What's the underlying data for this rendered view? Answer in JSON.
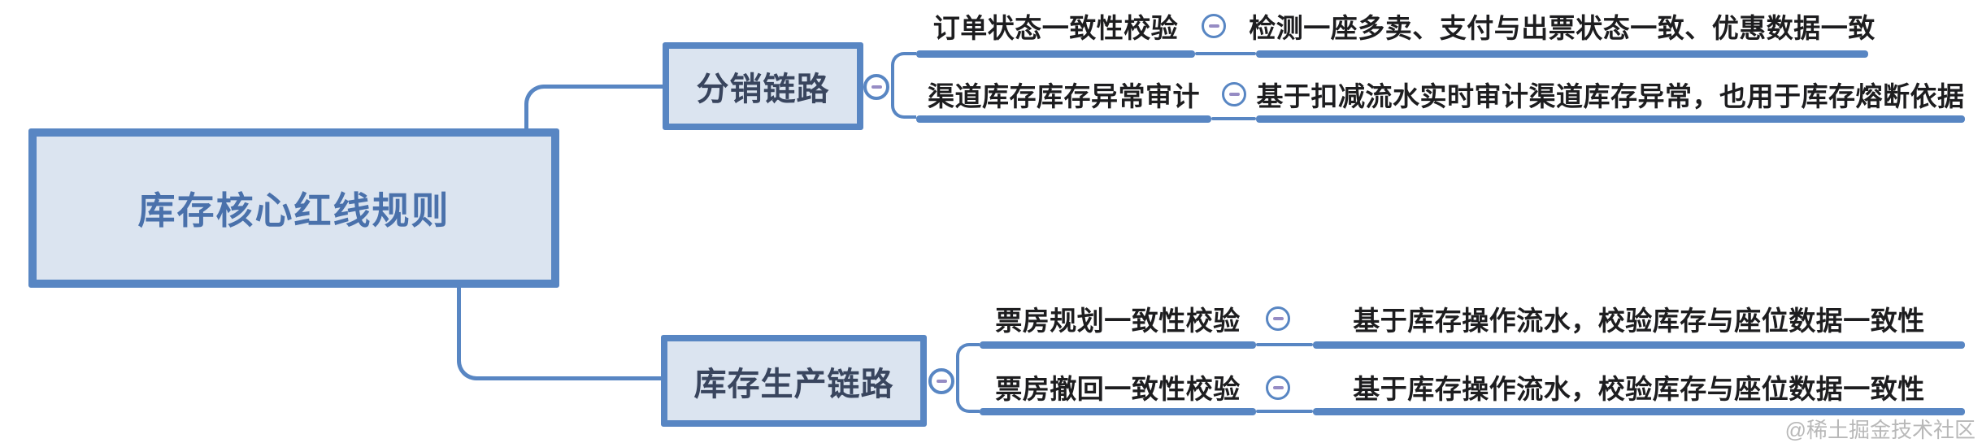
{
  "root": {
    "label": "库存核心红线规则"
  },
  "branches": [
    {
      "label": "分销链路",
      "children": [
        {
          "topic": "订单状态一致性校验",
          "description": "检测一座多卖、支付与出票状态一致、优惠数据一致"
        },
        {
          "topic": "渠道库存库存异常审计",
          "description": "基于扣减流水实时审计渠道库存异常，也用于库存熔断依据"
        }
      ]
    },
    {
      "label": "库存生产链路",
      "children": [
        {
          "topic": "票房规划一致性校验",
          "description": "基于库存操作流水，校验库存与座位数据一致性"
        },
        {
          "topic": "票房撤回一致性校验",
          "description": "基于库存操作流水，校验库存与座位数据一致性"
        }
      ]
    }
  ],
  "icons": {
    "collapse": "minus-circle-icon"
  },
  "colors": {
    "accent": "#5886c3",
    "node_fill": "#dbe4f0",
    "root_text": "#4a71ab",
    "branch_text": "#39455e",
    "leaf_text": "#1d1d1f",
    "minus_glyph": "#968cc4",
    "watermark": "#b8b8b8"
  },
  "watermark": {
    "label": "@稀土掘金技术社区"
  }
}
